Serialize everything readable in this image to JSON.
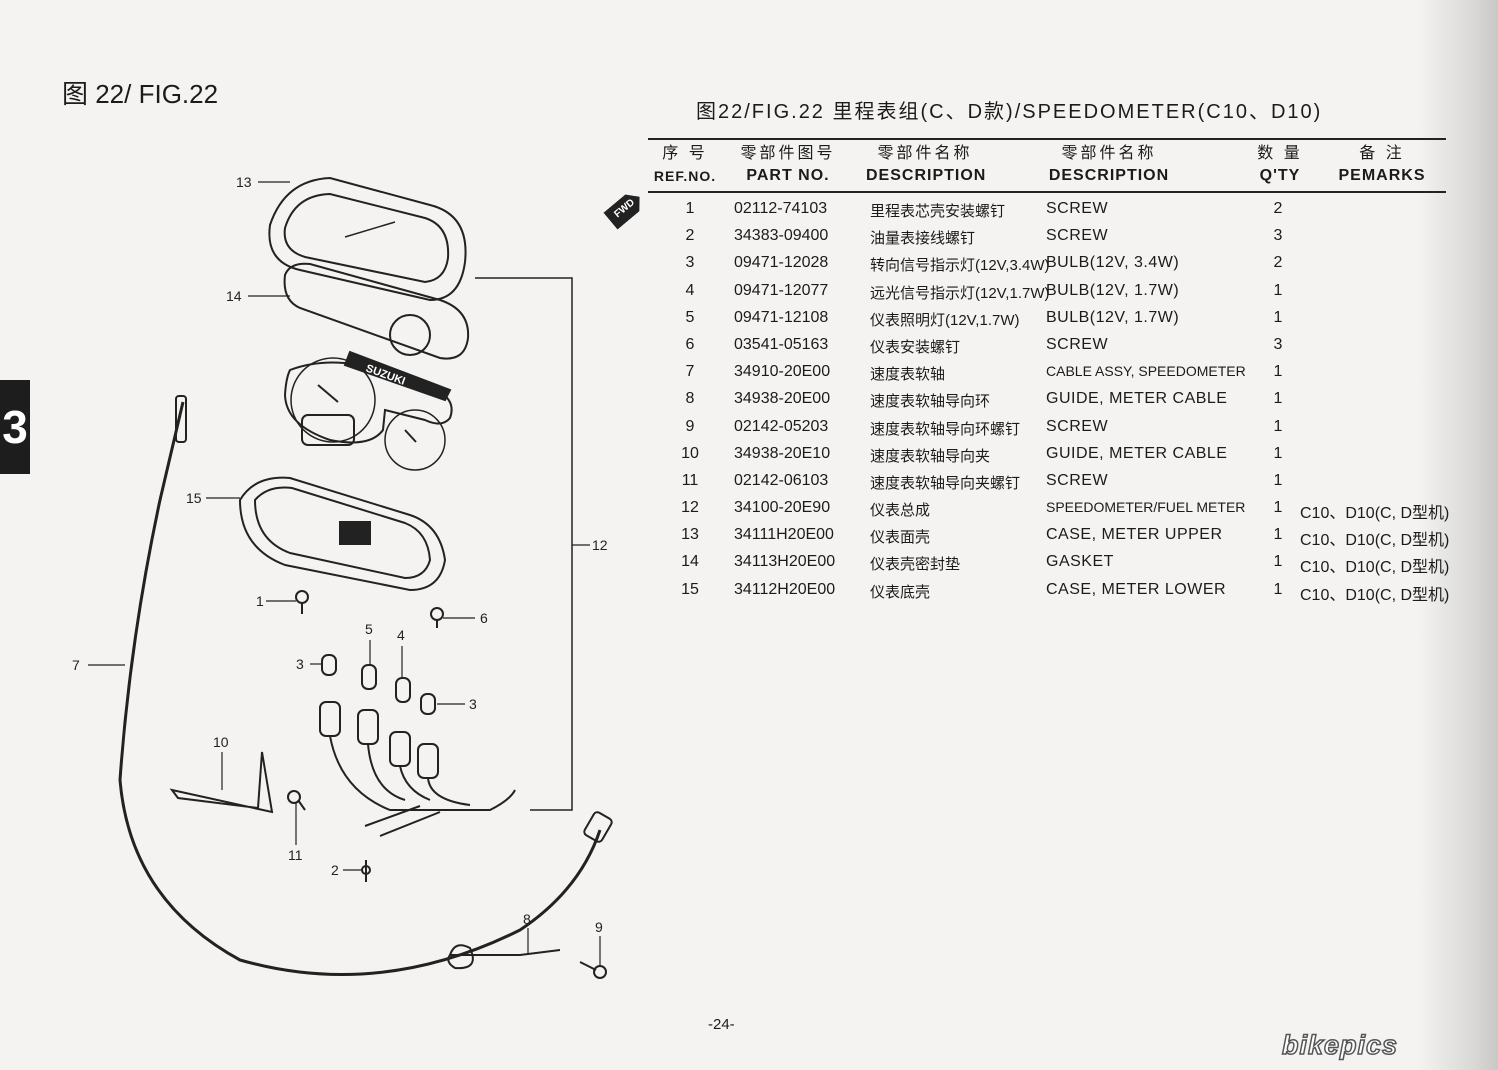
{
  "page": {
    "left_title": "图 22/ FIG.22",
    "chapter": "3",
    "header_title": "图22/FIG.22   里程表组(C、D款)/SPEEDOMETER(C10、D10)",
    "page_number": "-24-",
    "watermark": "bikepics"
  },
  "columns": {
    "ref": {
      "zh": "序 号",
      "en": "REF.NO."
    },
    "part": {
      "zh": "零部件图号",
      "en": "PART NO."
    },
    "desc_zh": {
      "zh": "零部件名称",
      "en": "DESCRIPTION"
    },
    "desc_en": {
      "zh": "零部件名称",
      "en": "DESCRIPTION"
    },
    "qty": {
      "zh": "数 量",
      "en": "Q'TY"
    },
    "remarks": {
      "zh": "备 注",
      "en": "PEMARKS"
    }
  },
  "fwd_label": "FWD",
  "parts": [
    {
      "ref": "1",
      "part_no": "02112-74103",
      "name_zh": "里程表芯壳安装螺钉",
      "name_en": "SCREW",
      "qty": "2",
      "remarks": ""
    },
    {
      "ref": "2",
      "part_no": "34383-09400",
      "name_zh": "油量表接线螺钉",
      "name_en": "SCREW",
      "qty": "3",
      "remarks": ""
    },
    {
      "ref": "3",
      "part_no": "09471-12028",
      "name_zh": "转向信号指示灯(12V,3.4W)",
      "name_en": "BULB(12V, 3.4W)",
      "qty": "2",
      "remarks": ""
    },
    {
      "ref": "4",
      "part_no": "09471-12077",
      "name_zh": "远光信号指示灯(12V,1.7W)",
      "name_en": "BULB(12V, 1.7W)",
      "qty": "1",
      "remarks": ""
    },
    {
      "ref": "5",
      "part_no": "09471-12108",
      "name_zh": "仪表照明灯(12V,1.7W)",
      "name_en": "BULB(12V, 1.7W)",
      "qty": "1",
      "remarks": ""
    },
    {
      "ref": "6",
      "part_no": "03541-05163",
      "name_zh": "仪表安装螺钉",
      "name_en": "SCREW",
      "qty": "3",
      "remarks": ""
    },
    {
      "ref": "7",
      "part_no": "34910-20E00",
      "name_zh": "速度表软轴",
      "name_en": "CABLE ASSY, SPEEDOMETER",
      "qty": "1",
      "remarks": ""
    },
    {
      "ref": "8",
      "part_no": "34938-20E00",
      "name_zh": "速度表软轴导向环",
      "name_en": "GUIDE, METER CABLE",
      "qty": "1",
      "remarks": ""
    },
    {
      "ref": "9",
      "part_no": "02142-05203",
      "name_zh": "速度表软轴导向环螺钉",
      "name_en": "SCREW",
      "qty": "1",
      "remarks": ""
    },
    {
      "ref": "10",
      "part_no": "34938-20E10",
      "name_zh": "速度表软轴导向夹",
      "name_en": "GUIDE, METER CABLE",
      "qty": "1",
      "remarks": ""
    },
    {
      "ref": "11",
      "part_no": "02142-06103",
      "name_zh": "速度表软轴导向夹螺钉",
      "name_en": "SCREW",
      "qty": "1",
      "remarks": ""
    },
    {
      "ref": "12",
      "part_no": "34100-20E90",
      "name_zh": "仪表总成",
      "name_en": "SPEEDOMETER/FUEL METER",
      "qty": "1",
      "remarks": "C10、D10(C, D型机)"
    },
    {
      "ref": "13",
      "part_no": "34111H20E00",
      "name_zh": "仪表面壳",
      "name_en": "CASE, METER UPPER",
      "qty": "1",
      "remarks": "C10、D10(C, D型机)"
    },
    {
      "ref": "14",
      "part_no": "34113H20E00",
      "name_zh": "仪表壳密封垫",
      "name_en": "GASKET",
      "qty": "1",
      "remarks": "C10、D10(C, D型机)"
    },
    {
      "ref": "15",
      "part_no": "34112H20E00",
      "name_zh": "仪表底壳",
      "name_en": "CASE, METER LOWER",
      "qty": "1",
      "remarks": "C10、D10(C, D型机)"
    }
  ],
  "diagram": {
    "brand_label": "SUZUKI",
    "callouts": [
      "13",
      "14",
      "15",
      "12",
      "1",
      "6",
      "5",
      "4",
      "3",
      "3",
      "7",
      "10",
      "11",
      "2",
      "8",
      "9"
    ]
  }
}
